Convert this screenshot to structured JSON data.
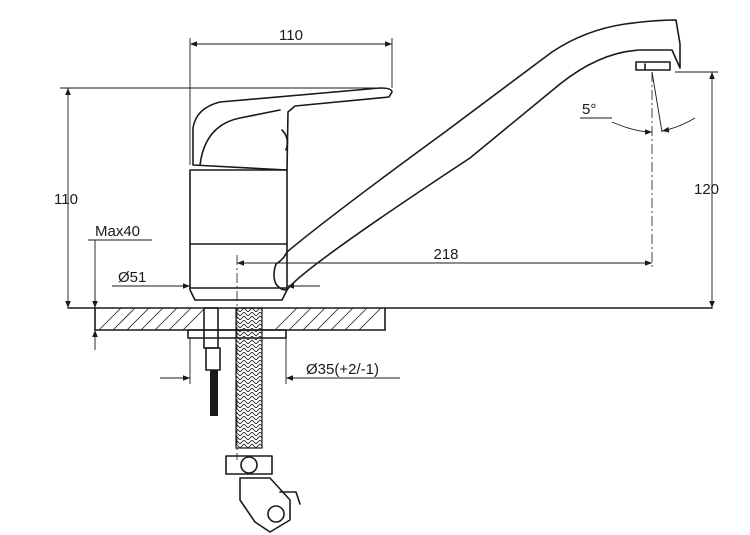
{
  "dimensions": {
    "lever_length": "110",
    "total_height": "110",
    "max_thickness": "Max40",
    "base_diameter": "Ø51",
    "spout_reach": "218",
    "spout_height": "120",
    "spout_angle": "5°",
    "hole_diameter": "Ø35(+2/-1)"
  }
}
